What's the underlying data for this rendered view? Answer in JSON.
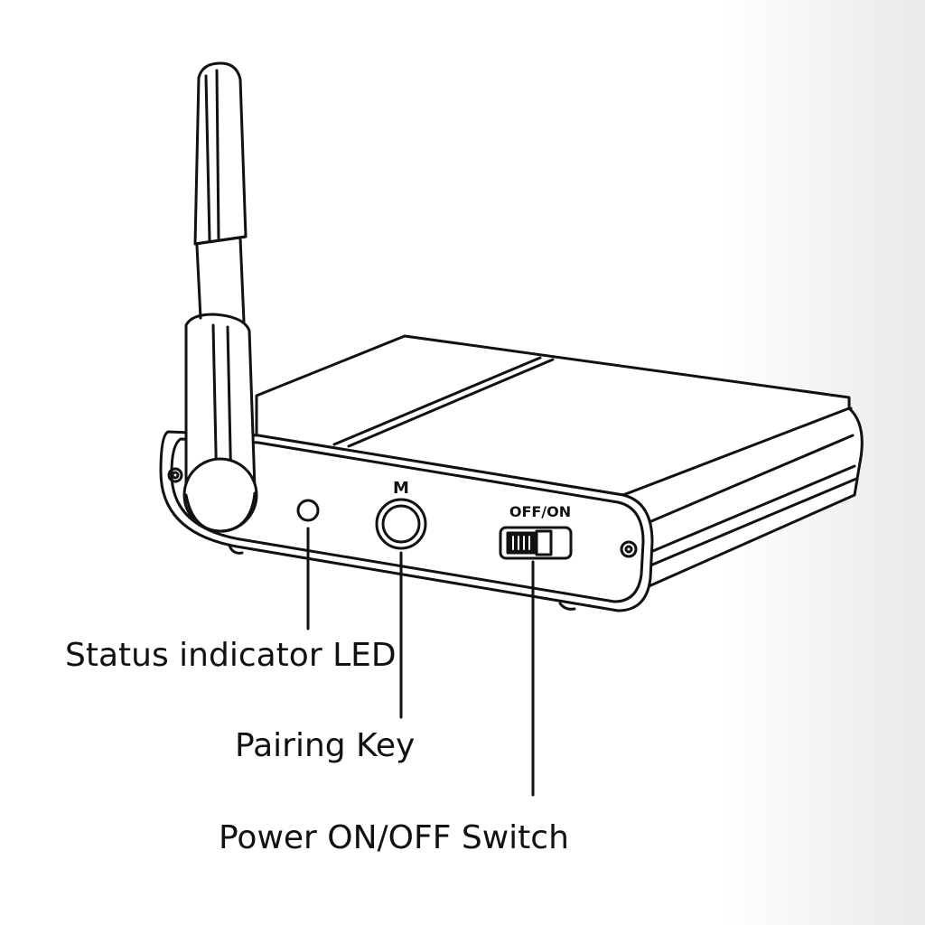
{
  "device_labels": {
    "pairing_key_marking": "M",
    "switch_marking": "OFF/ON"
  },
  "callouts": {
    "status_led": "Status indicator LED",
    "pairing_key": "Pairing Key",
    "power_switch": "Power ON/OFF Switch"
  },
  "colors": {
    "line": "#111111",
    "background": "#ffffff"
  }
}
